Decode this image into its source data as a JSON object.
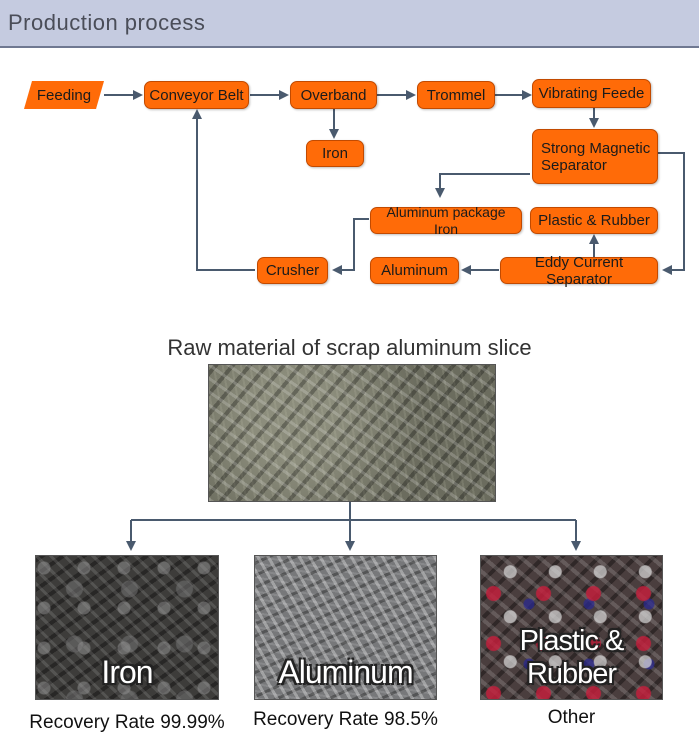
{
  "header": {
    "title": "Production process"
  },
  "flow": {
    "feeding": "Feeding",
    "conveyor_belt": "Conveyor Belt",
    "overband": "Overband",
    "trommel": "Trommel",
    "vibrating_feeder": "Vibrating Feede",
    "iron": "Iron",
    "strong_magnetic_separator": "Strong Magnetic Separator",
    "aluminum_package_iron": "Aluminum package Iron",
    "plastic_rubber": "Plastic & Rubber",
    "crusher": "Crusher",
    "aluminum": "Aluminum",
    "eddy_current_separator": "Eddy Current Separator"
  },
  "raw_material": {
    "title": "Raw material of scrap aluminum slice"
  },
  "outputs": [
    {
      "label": "Iron",
      "caption": "Recovery Rate 99.99%"
    },
    {
      "label": "Aluminum",
      "caption": "Recovery Rate 98.5%"
    },
    {
      "label": "Plastic & Rubber",
      "caption": "Other"
    }
  ],
  "colors": {
    "node_fill": "#ff6b08",
    "arrow": "#4a5a6e",
    "header_bg": "#c5cbe0"
  }
}
